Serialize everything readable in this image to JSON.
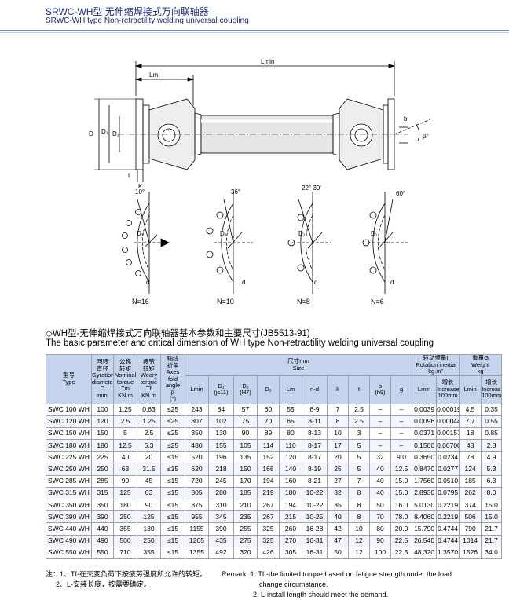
{
  "header": {
    "title_cn": "SRWC-WH型 无伸缩焊接式万向联轴器",
    "title_en": "SRWC-WH type Non-retractility welding universal coupling"
  },
  "drawing": {
    "lmin": "Lmin",
    "lm": "Lm",
    "d": "D",
    "d1": "D₁",
    "d2": "D₂",
    "t": "t",
    "k": "K",
    "b": "b",
    "beta": "β°",
    "flanges": [
      {
        "n_label": "N=16",
        "angle": "10°"
      },
      {
        "n_label": "N=10",
        "angle": "36°"
      },
      {
        "n_label": "N=8",
        "angle": "22° 30'"
      },
      {
        "n_label": "N=6",
        "angle": "60°"
      }
    ],
    "flange_d1": "D₁",
    "flange_d": "d"
  },
  "section": {
    "title_cn": "◇WH型-无伸缩焊接式万向联轴器基本参数和主要尺寸(JB5513-91)",
    "title_en": "The basic parameter and critical dimension of WH type Non-retractility welding universal coupling"
  },
  "table": {
    "head": {
      "type": "型号\nType",
      "gyration": "回转\n直径\nGyration\ndiameter\nD\nmm",
      "nominal": "公称\n转矩\nNominal\ntorque\nTm\nKN.m",
      "weary": "疲劳\n转矩\nWeary\ntorque\nTf\nKN.m",
      "axes": "轴线\n折角\nAxes fold\nangle\nβ\n(°)",
      "size": "尺寸mm\nSize",
      "inertia": "转动惯量I\nRotation inertia\nkg.m²",
      "weight": "重量G\nWeight\nkg",
      "lmin": "Lmin",
      "d1": "D₁\n(js11)",
      "d2": "D₂\n(H7)",
      "d3": "D₃",
      "lm": "Lm",
      "nd": "n-d",
      "k": "k",
      "t": "t",
      "b": "b\n(h9)",
      "g": "g",
      "i_lmin": "Lmin",
      "i_inc": "增长\nIncrease\n100mm",
      "w_lmin": "Lmin",
      "w_inc": "增长\nIncrease\n100mm"
    },
    "rows": [
      [
        "SWC 100 WH",
        "100",
        "1.25",
        "0.63",
        "≤25",
        "243",
        "84",
        "57",
        "60",
        "55",
        "6-9",
        "7",
        "2.5",
        "–",
        "–",
        "0.0039",
        "0.00019",
        "4.5",
        "0.35"
      ],
      [
        "SWC 120 WH",
        "120",
        "2.5",
        "1.25",
        "≤25",
        "307",
        "102",
        "75",
        "70",
        "65",
        "8-11",
        "8",
        "2.5",
        "–",
        "–",
        "0.0096",
        "0.00044",
        "7.7",
        "0.55"
      ],
      [
        "SWC 150 WH",
        "150",
        "5",
        "2.5",
        "≤25",
        "350",
        "130",
        "90",
        "89",
        "80",
        "8-13",
        "10",
        "3",
        "–",
        "–",
        "0.0371",
        "0.00157",
        "18",
        "0.85"
      ],
      [
        "SWC 180 WH",
        "180",
        "12.5",
        "6.3",
        "≤25",
        "480",
        "155",
        "105",
        "114",
        "110",
        "8-17",
        "17",
        "5",
        "–",
        "–",
        "0.1500",
        "0.00700",
        "48",
        "2.8"
      ],
      [
        "SWC 225 WH",
        "225",
        "40",
        "20",
        "≤15",
        "520",
        "196",
        "135",
        "152",
        "120",
        "8-17",
        "20",
        "5",
        "32",
        "9.0",
        "0.3650",
        "0.0234",
        "78",
        "4.9"
      ],
      [
        "SWC 250 WH",
        "250",
        "63",
        "31.5",
        "≤15",
        "620",
        "218",
        "150",
        "168",
        "140",
        "8-19",
        "25",
        "5",
        "40",
        "12.5",
        "0.8470",
        "0.0277",
        "124",
        "5.3"
      ],
      [
        "SWC 285 WH",
        "285",
        "90",
        "45",
        "≤15",
        "720",
        "245",
        "170",
        "194",
        "160",
        "8-21",
        "27",
        "7",
        "40",
        "15.0",
        "1.7560",
        "0.0510",
        "185",
        "6.3"
      ],
      [
        "SWC 315 WH",
        "315",
        "125",
        "63",
        "≤15",
        "805",
        "280",
        "185",
        "219",
        "180",
        "10-22",
        "32",
        "8",
        "40",
        "15.0",
        "2.8930",
        "0.0795",
        "262",
        "8.0"
      ],
      [
        "SWC 350 WH",
        "350",
        "180",
        "90",
        "≤15",
        "875",
        "310",
        "210",
        "267",
        "194",
        "10-22",
        "35",
        "8",
        "50",
        "16.0",
        "5.0130",
        "0.2219",
        "374",
        "15.0"
      ],
      [
        "SWC 390 WH",
        "390",
        "250",
        "125",
        "≤15",
        "955",
        "345",
        "235",
        "267",
        "215",
        "10-25",
        "40",
        "8",
        "70",
        "78.0",
        "8.4060",
        "0.2219",
        "506",
        "15.0"
      ],
      [
        "SWC 440 WH",
        "440",
        "355",
        "180",
        "≤15",
        "1155",
        "390",
        "255",
        "325",
        "260",
        "16-28",
        "42",
        "10",
        "80",
        "20.0",
        "15.790",
        "0.4744",
        "790",
        "21.7"
      ],
      [
        "SWC 490 WH",
        "490",
        "500",
        "250",
        "≤15",
        "1205",
        "435",
        "275",
        "325",
        "270",
        "16-31",
        "47",
        "12",
        "90",
        "22.5",
        "26.540",
        "0.4744",
        "1014",
        "21.7"
      ],
      [
        "SWC 550 WH",
        "550",
        "710",
        "355",
        "≤15",
        "1355",
        "492",
        "320",
        "426",
        "305",
        "16-31",
        "50",
        "12",
        "100",
        "22.5",
        "48.320",
        "1.3570",
        "1526",
        "34.0"
      ]
    ]
  },
  "notes": {
    "cn_1": "注：1、Tf-在交变负荷下按疲劳强度所允许的转矩。",
    "cn_2": "2、L-安装长度，按需要确定。",
    "en_1": "Remark: 1. Tf -the limited torque based on fatigue strength under the load",
    "en_1b": "change circumstance.",
    "en_2": "2. L-install length should meet the demand."
  }
}
